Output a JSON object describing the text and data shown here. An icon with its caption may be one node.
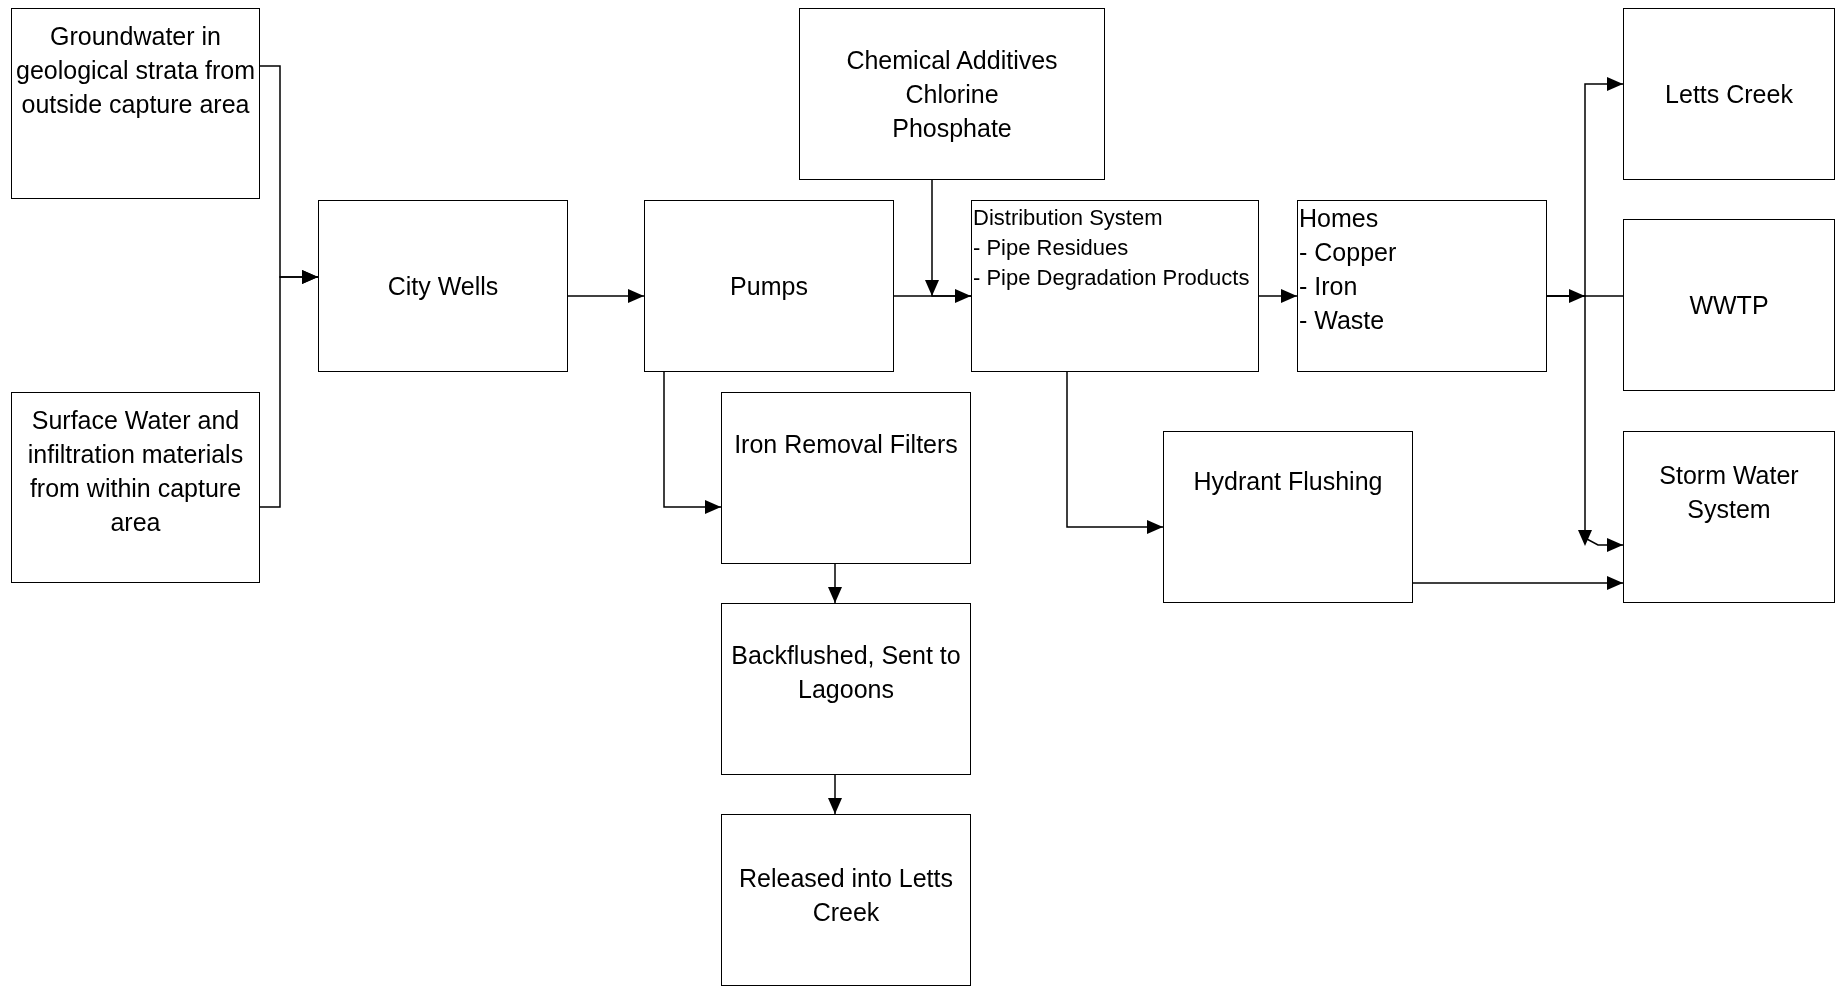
{
  "diagram": {
    "nodes": [
      {
        "text": [
          "Groundwater in geological strata from outside capture area"
        ]
      },
      {
        "text": [
          "Surface Water and infiltration materials from within capture area"
        ]
      },
      {
        "text": [
          "City Wells"
        ]
      },
      {
        "text": [
          "Pumps"
        ]
      },
      {
        "text": [
          "Chemical Additives",
          "Chlorine",
          "Phosphate"
        ]
      },
      {
        "text": [
          "Distribution System",
          "- Pipe Residues",
          "- Pipe Degradation Products"
        ]
      },
      {
        "text": [
          "Homes",
          "- Copper",
          "- Iron",
          "- Waste"
        ]
      },
      {
        "text": [
          "Letts Creek"
        ]
      },
      {
        "text": [
          "WWTP"
        ]
      },
      {
        "text": [
          "Storm Water System"
        ]
      },
      {
        "text": [
          "Iron Removal Filters"
        ]
      },
      {
        "text": [
          "Hydrant Flushing"
        ]
      },
      {
        "text": [
          "Backflushed, Sent to Lagoons"
        ]
      },
      {
        "text": [
          "Released into Letts Creek"
        ]
      }
    ],
    "edges": [
      {
        "from": 0,
        "to": 2,
        "arrow": "to"
      },
      {
        "from": 1,
        "to": 2,
        "arrow": "to"
      },
      {
        "from": 2,
        "to": 3,
        "arrow": "to"
      },
      {
        "from": 3,
        "to": 5,
        "arrow": "to"
      },
      {
        "from": 4,
        "to": 5,
        "arrow": "to"
      },
      {
        "from": 3,
        "to": 10,
        "arrow": "to"
      },
      {
        "from": 10,
        "to": 12,
        "arrow": "to"
      },
      {
        "from": 12,
        "to": 13,
        "arrow": "to"
      },
      {
        "from": 5,
        "to": 6,
        "arrow": "to"
      },
      {
        "from": 5,
        "to": 11,
        "arrow": "to"
      },
      {
        "from": 6,
        "to": 7,
        "arrow": "to"
      },
      {
        "from": 6,
        "to": 8,
        "arrow": "to"
      },
      {
        "from": 6,
        "to": 9,
        "arrow": "to"
      },
      {
        "from": 11,
        "to": 9,
        "arrow": "to"
      }
    ]
  }
}
